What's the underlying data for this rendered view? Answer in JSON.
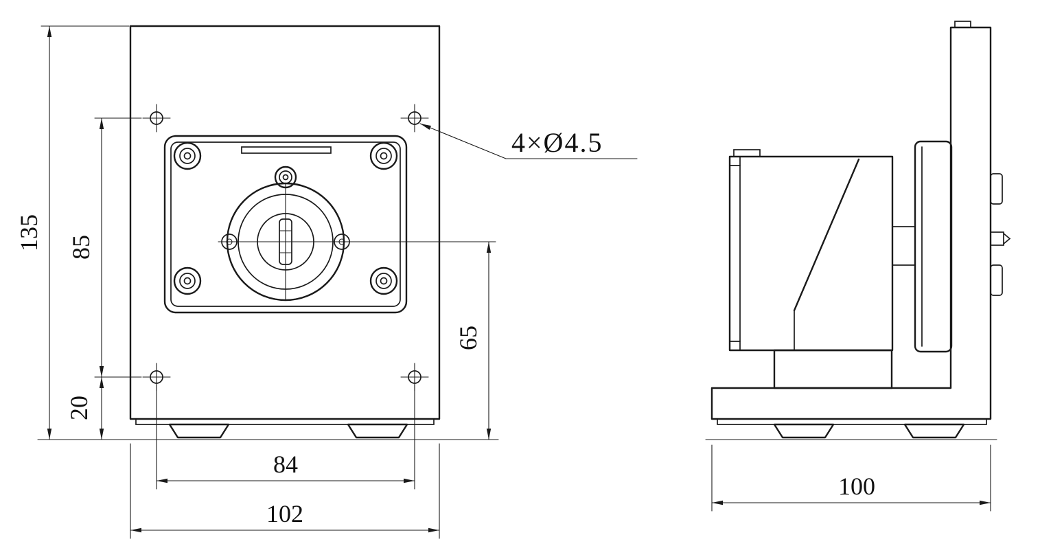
{
  "dimensions": {
    "overall_height": "135",
    "vertical_hole_spacing": "85",
    "bottom_hole_offset": "20",
    "horizontal_hole_spacing": "84",
    "overall_width": "102",
    "center_to_base": "65",
    "hole_callout": "4×Ø4.5",
    "overall_depth": "100"
  },
  "colors": {
    "line": "#1a1a1a",
    "background": "#ffffff"
  }
}
